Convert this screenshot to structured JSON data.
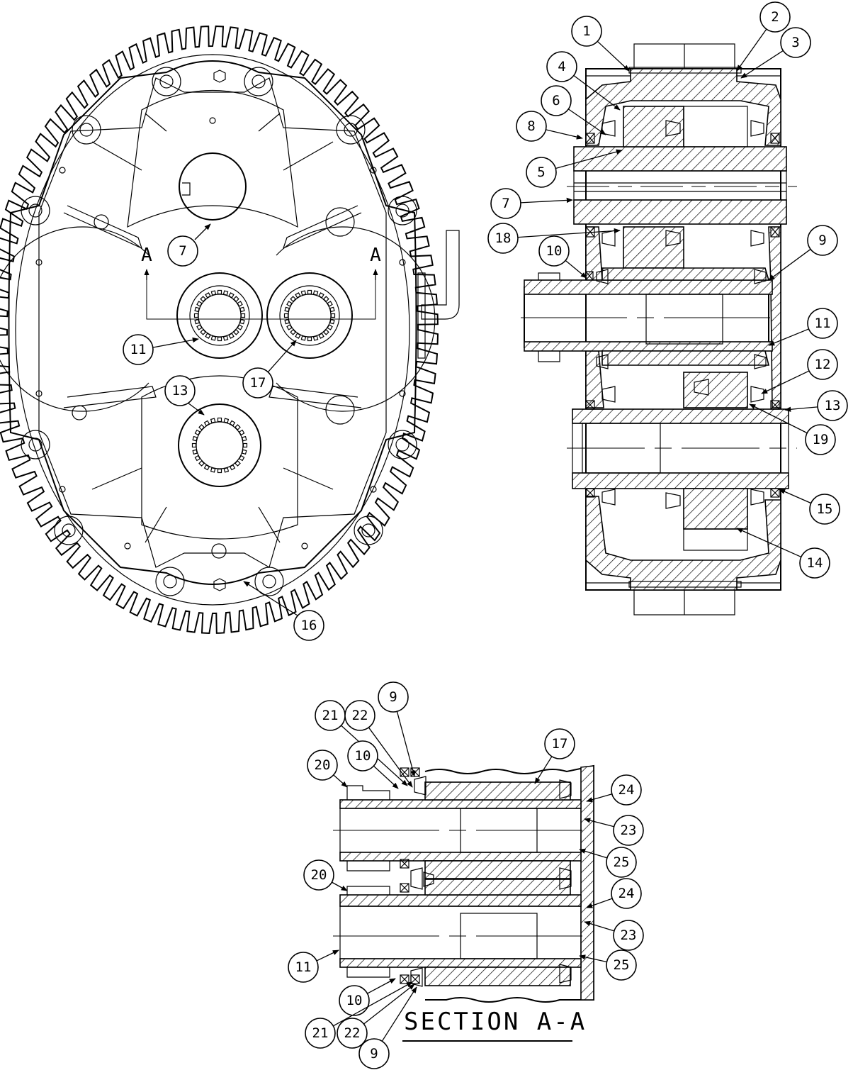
{
  "drawing": {
    "section_title": "SECTION A-A",
    "section_marker": "A"
  },
  "front_view": {
    "balloons": [
      "7",
      "11",
      "17",
      "13",
      "16"
    ]
  },
  "side_view": {
    "balloons": [
      "1",
      "2",
      "3",
      "4",
      "6",
      "8",
      "5",
      "7",
      "18",
      "10",
      "9",
      "11",
      "12",
      "13",
      "19",
      "15",
      "14"
    ]
  },
  "section_view": {
    "balloons": [
      "21",
      "22",
      "9",
      "10",
      "20",
      "17",
      "24",
      "23",
      "25",
      "20",
      "24",
      "23",
      "25",
      "11",
      "10",
      "21",
      "22",
      "9"
    ]
  }
}
